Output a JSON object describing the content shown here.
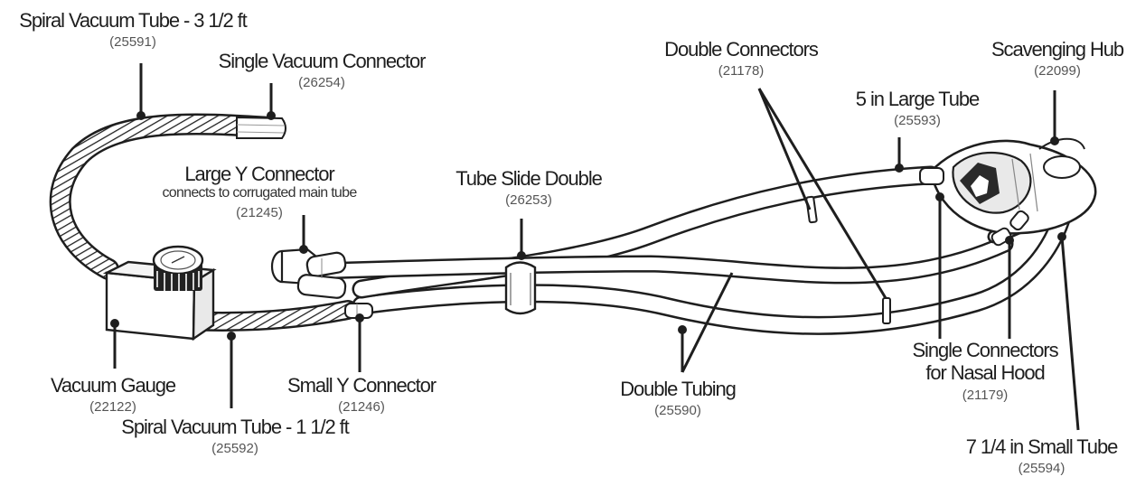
{
  "labels": {
    "spiral_long": {
      "name": "Spiral Vacuum Tube - 3 1/2 ft",
      "num": "(25591)"
    },
    "single_vacuum": {
      "name": "Single Vacuum Connector",
      "num": "(26254)"
    },
    "large_y": {
      "name": "Large Y Connector",
      "sub": "connects to corrugated main tube",
      "num": "(21245)"
    },
    "tube_slide": {
      "name": "Tube Slide Double",
      "num": "(26253)"
    },
    "double_conn": {
      "name": "Double Connectors",
      "num": "(21178)"
    },
    "large_tube": {
      "name": "5 in Large Tube",
      "num": "(25593)"
    },
    "scav_hub": {
      "name": "Scavenging Hub",
      "num": "(22099)"
    },
    "vac_gauge": {
      "name": "Vacuum Gauge",
      "num": "(22122)"
    },
    "spiral_short": {
      "name": "Spiral Vacuum Tube - 1 1/2 ft",
      "num": "(25592)"
    },
    "small_y": {
      "name": "Small Y Connector",
      "num": "(21246)"
    },
    "double_tubing": {
      "name": "Double Tubing",
      "num": "(25590)"
    },
    "single_conn": {
      "name": "Single Connectors",
      "name2": "for Nasal Hood",
      "num": "(21179)"
    },
    "small_tube": {
      "name": "7 1/4 in Small Tube",
      "num": "(25594)"
    }
  }
}
